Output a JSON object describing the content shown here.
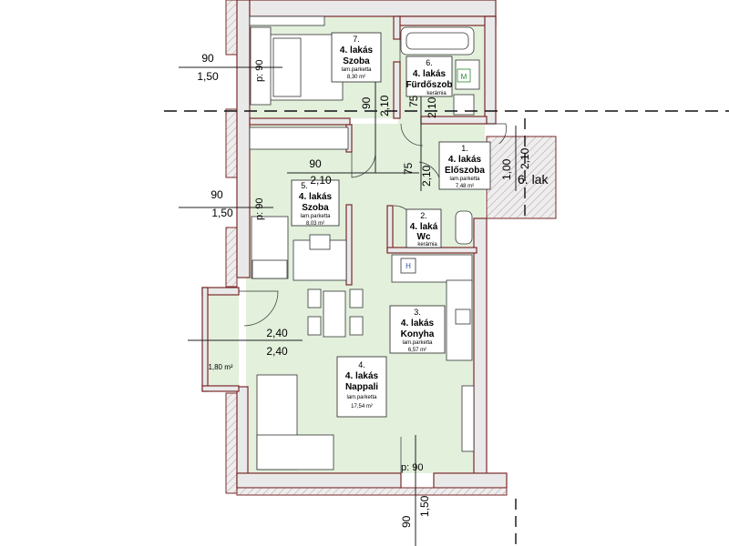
{
  "rooms": [
    {
      "id": "szoba7",
      "number": "7.",
      "unit": "4. lakás",
      "name": "Szoba",
      "material": "lam.parketta",
      "area": "8,30 m²"
    },
    {
      "id": "furdo",
      "number": "6.",
      "unit": "4. lakás",
      "name": "Fürdőszob",
      "material": "kerámia"
    },
    {
      "id": "eloszoba",
      "number": "1.",
      "unit": "4. lakás",
      "name": "Előszoba",
      "material": "lam.parketta",
      "area": "7,48 m²"
    },
    {
      "id": "szoba5",
      "number": "5.",
      "unit": "4. lakás",
      "name": "Szoba",
      "material": "lam.parketta",
      "area": "8,03 m²"
    },
    {
      "id": "wc",
      "number": "2.",
      "unit": "4. laká",
      "name": "Wc",
      "material": "kerámia"
    },
    {
      "id": "konyha",
      "number": "3.",
      "unit": "4. lakás",
      "name": "Konyha",
      "material": "lam.parketta",
      "area": "6,57 m²"
    },
    {
      "id": "nappali",
      "number": "4.",
      "unit": "4. lakás",
      "name": "Nappali",
      "material": "lam.parketta",
      "area": "17,54 m²"
    }
  ],
  "balcony_area": "1,80 m²",
  "neighbor_label": "6. lak",
  "fixtures": {
    "h_mark": "H",
    "m_mark": "M"
  },
  "dimensions": {
    "w1_width": "90",
    "w1_height": "1,50",
    "w1_p": "p: 90",
    "w2_width": "90",
    "w2_height": "1,50",
    "w2_p": "p: 90",
    "d_szoba7_w": "90",
    "d_szoba7_h": "2,10",
    "d_furdo_w": "75",
    "d_furdo_h": "2,10",
    "d_szoba5_w": "90",
    "d_szoba5_h": "2,10",
    "d_wc_w": "75",
    "d_wc_h": "2,10",
    "d_entry_w": "1,00",
    "d_entry_h": "2,10",
    "balcony_w": "2,40",
    "balcony_h": "2,40",
    "w3_p": "p: 90",
    "w3_width": "90",
    "w3_height": "1,50"
  }
}
